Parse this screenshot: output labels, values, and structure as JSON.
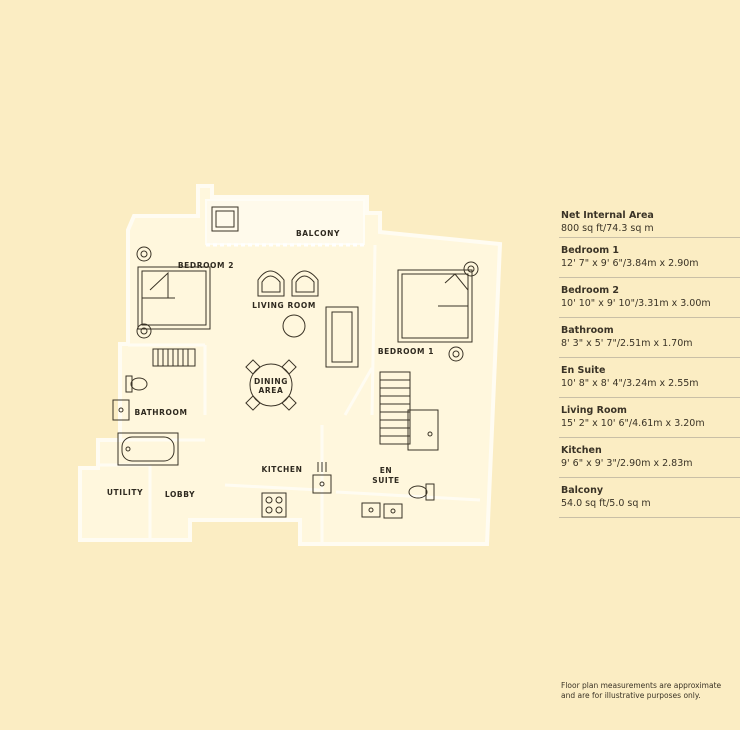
{
  "rooms": {
    "balcony": "BALCONY",
    "bedroom2": "BEDROOM 2",
    "living_room": "LIVING ROOM",
    "bedroom1": "BEDROOM 1",
    "dining_line1": "DINING",
    "dining_line2": "AREA",
    "bathroom": "BATHROOM",
    "kitchen": "KITCHEN",
    "en_suite_line1": "EN",
    "en_suite_line2": "SUITE",
    "utility": "UTILITY",
    "lobby": "LOBBY"
  },
  "specs": [
    {
      "title": "Net Internal Area",
      "value": "800 sq ft/74.3 sq m"
    },
    {
      "title": "Bedroom 1",
      "value": "12' 7\" x 9' 6\"/3.84m x 2.90m"
    },
    {
      "title": "Bedroom 2",
      "value": "10' 10\" x 9' 10\"/3.31m x 3.00m"
    },
    {
      "title": "Bathroom",
      "value": "8' 3\" x 5' 7\"/2.51m x 1.70m"
    },
    {
      "title": "En Suite",
      "value": "10' 8\" x 8' 4\"/3.24m x 2.55m"
    },
    {
      "title": "Living Room",
      "value": "15' 2\" x 10' 6\"/4.61m x 3.20m"
    },
    {
      "title": "Kitchen",
      "value": "9' 6\" x 9' 3\"/2.90m x 2.83m"
    },
    {
      "title": "Balcony",
      "value": "54.0 sq ft/5.0 sq m"
    }
  ],
  "footnote": "Floor plan measurements are approximate and are for illustrative purposes only.",
  "colors": {
    "background": "#FBEDC3",
    "floor": "#FFF6DC",
    "wall": "#FFFBEF",
    "line": "#3a3326"
  }
}
